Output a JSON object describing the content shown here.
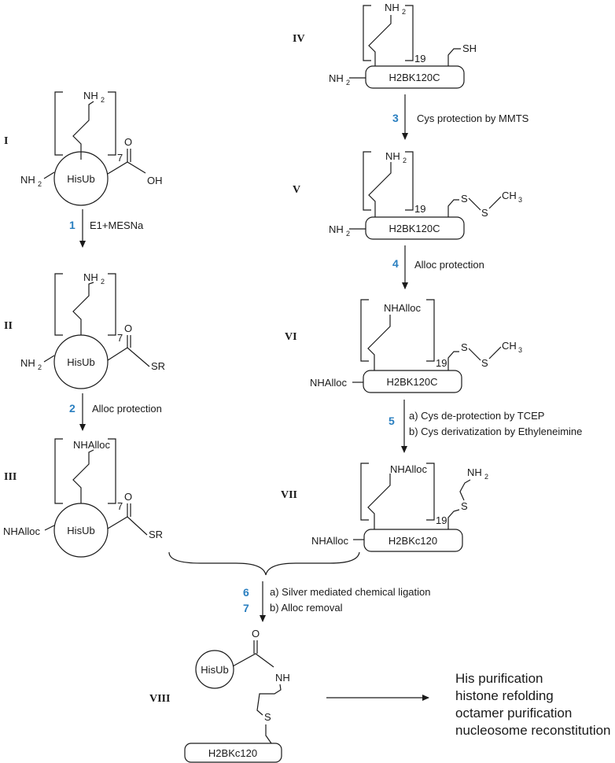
{
  "nh2": "NH",
  "sub2": "2",
  "sub3": "3",
  "sub7": "7",
  "sub19": "19",
  "oh": "OH",
  "o": "O",
  "sr": "SR",
  "sh": "SH",
  "s": "S",
  "ch": "CH",
  "nh": "NH",
  "nhalloc": "NHAlloc",
  "hisub": "HisUb",
  "h2bk120c": "H2BK120C",
  "h2bkc120": "H2BKc120",
  "compounds": {
    "I": "I",
    "II": "II",
    "III": "III",
    "IV": "IV",
    "V": "V",
    "VI": "VI",
    "VII": "VII",
    "VIII": "VIII"
  },
  "steps": {
    "s1": {
      "num": "1",
      "text": "E1+MESNa"
    },
    "s2": {
      "num": "2",
      "text": "Alloc protection"
    },
    "s3": {
      "num": "3",
      "text": "Cys protection by MMTS"
    },
    "s4": {
      "num": "4",
      "text": "Alloc protection"
    },
    "s5": {
      "num": "5",
      "a": "a) Cys de-protection by TCEP",
      "b": "b) Cys derivatization by Ethyleneimine"
    },
    "s6": {
      "num": "6",
      "a": "a) Silver mediated chemical ligation"
    },
    "s7": {
      "num": "7",
      "b": "b) Alloc removal"
    }
  },
  "downstream": [
    "His purification",
    "histone refolding",
    "octamer purification",
    "nucleosome reconstitution"
  ],
  "colors": {
    "step_number": "#2a7fc0",
    "line": "#1a1a1a"
  }
}
